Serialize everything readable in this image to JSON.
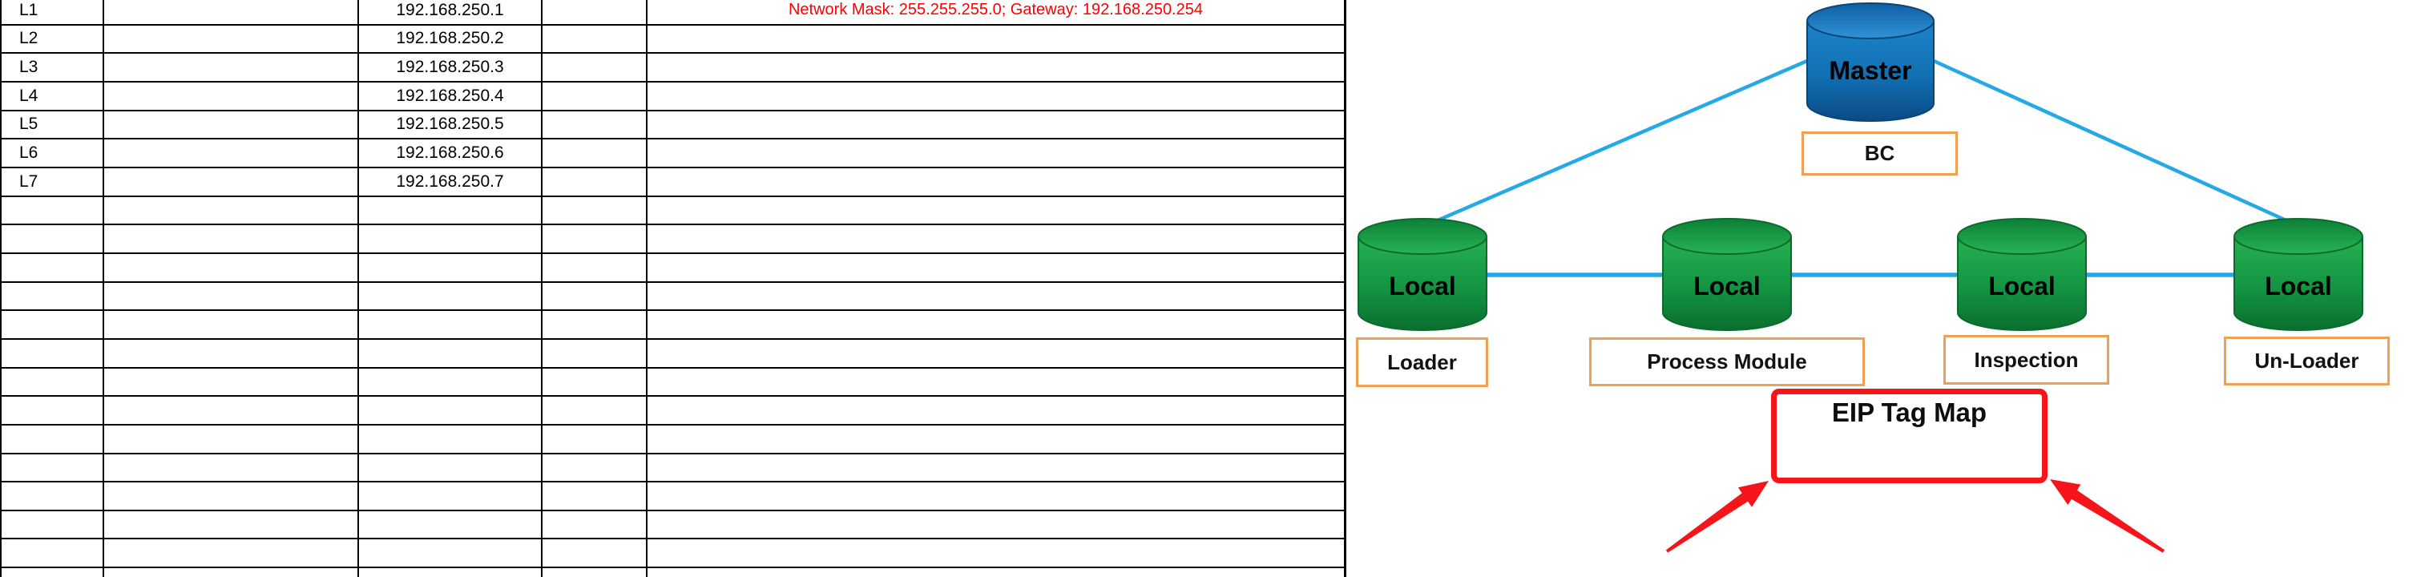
{
  "table": {
    "row_count": 21,
    "rows": [
      {
        "label": "L1",
        "ip": "192.168.250.1",
        "note": "Network Mask: 255.255.255.0; Gateway: 192.168.250.254"
      },
      {
        "label": "L2",
        "ip": "192.168.250.2",
        "note": ""
      },
      {
        "label": "L3",
        "ip": "192.168.250.3",
        "note": ""
      },
      {
        "label": "L4",
        "ip": "192.168.250.4",
        "note": ""
      },
      {
        "label": "L5",
        "ip": "192.168.250.5",
        "note": ""
      },
      {
        "label": "L6",
        "ip": "192.168.250.6",
        "note": ""
      },
      {
        "label": "L7",
        "ip": "192.168.250.7",
        "note": ""
      }
    ]
  },
  "diagram": {
    "master": {
      "label": "Master",
      "tag": "BC"
    },
    "locals": [
      {
        "label": "Local",
        "tag": "Loader"
      },
      {
        "label": "Local",
        "tag": "Process Module"
      },
      {
        "label": "Local",
        "tag": "Inspection"
      },
      {
        "label": "Local",
        "tag": "Un-Loader"
      }
    ],
    "callout": {
      "label": "EIP Tag Map"
    },
    "colors": {
      "connector": "#25a9e6",
      "label_box_border": "#f0a052",
      "callout_red": "#f6141b",
      "note_red": "#fe0000",
      "master_blue": "#1a7fc4",
      "local_green": "#1ca94a",
      "grid_line": "#000000"
    }
  }
}
